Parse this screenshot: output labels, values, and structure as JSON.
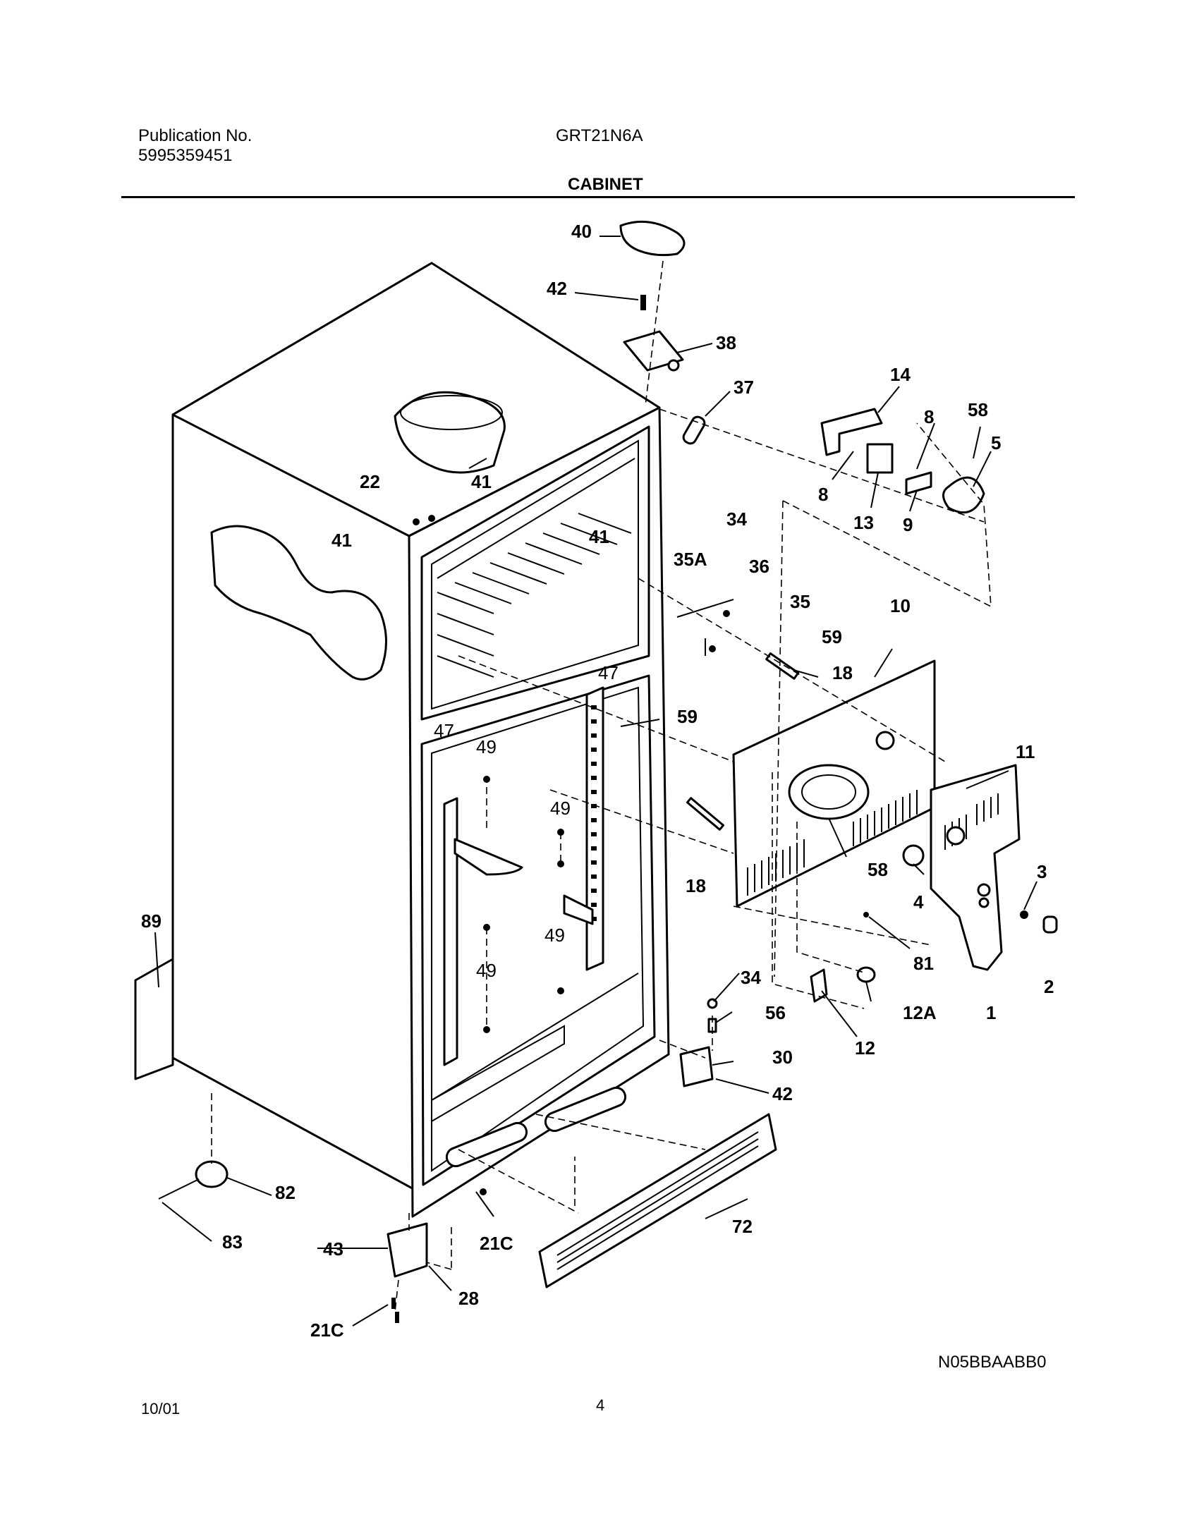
{
  "header": {
    "publication_label": "Publication No.",
    "publication_number": "5995359451",
    "model": "GRT21N6A",
    "section_title": "CABINET"
  },
  "diagram": {
    "labels": [
      "40",
      "42",
      "38",
      "37",
      "14",
      "8",
      "58",
      "5",
      "8",
      "13",
      "9",
      "22",
      "41",
      "41",
      "41",
      "41",
      "34",
      "35A",
      "36",
      "35",
      "59",
      "59",
      "18",
      "10",
      "47",
      "49",
      "49",
      "47",
      "49",
      "11",
      "58",
      "3",
      "4",
      "18",
      "89",
      "49",
      "81",
      "2",
      "34",
      "56",
      "1",
      "12A",
      "12",
      "30",
      "42",
      "82",
      "72",
      "83",
      "43",
      "21C",
      "28",
      "21C"
    ]
  },
  "footer": {
    "diagram_code": "N05BBAABB0",
    "date": "10/01",
    "page_number": "4"
  }
}
